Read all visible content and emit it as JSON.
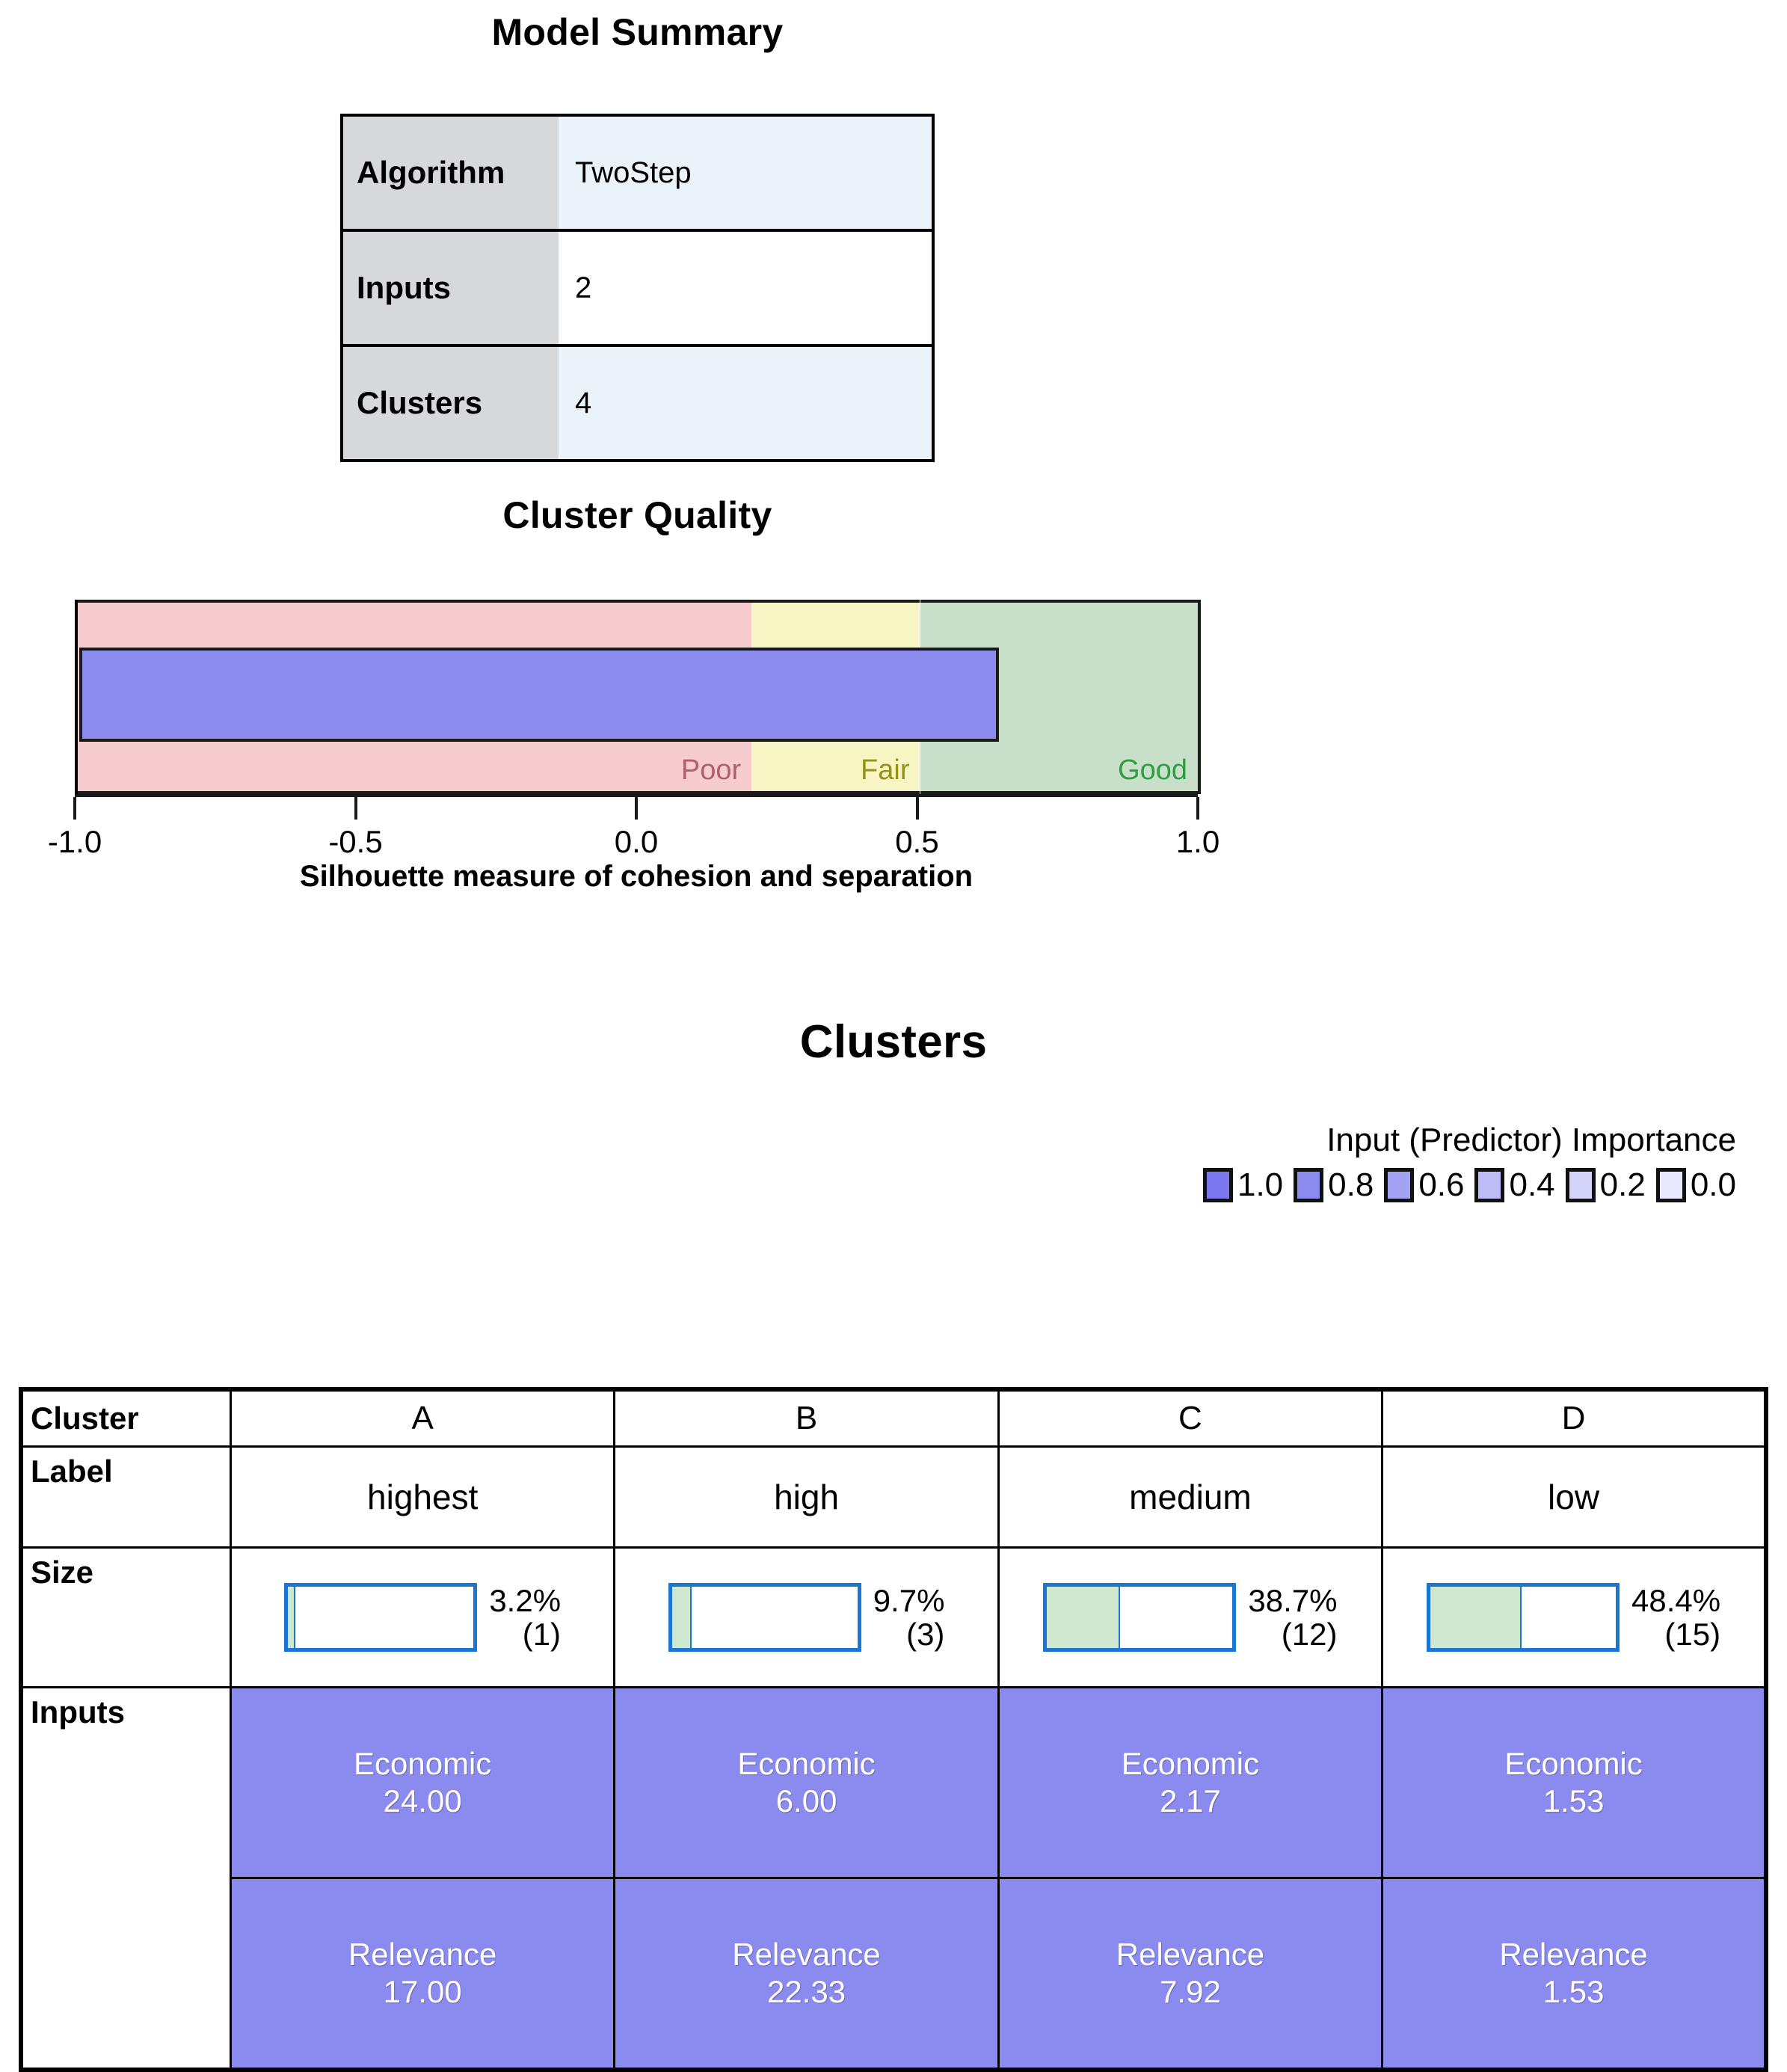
{
  "model_summary": {
    "title": "Model Summary",
    "rows": [
      {
        "label": "Algorithm",
        "value": "TwoStep"
      },
      {
        "label": "Inputs",
        "value": "2"
      },
      {
        "label": "Clusters",
        "value": "4"
      }
    ]
  },
  "cluster_quality": {
    "title": "Cluster Quality",
    "axis_title": "Silhouette measure of cohesion and separation",
    "zones": [
      {
        "name": "Poor",
        "color": "#f7ccce",
        "label_color": "#b06068",
        "from": -1.0,
        "to": 0.2
      },
      {
        "name": "Fair",
        "color": "#f7f5c4",
        "label_color": "#9a9118",
        "from": 0.2,
        "to": 0.5
      },
      {
        "name": "Good",
        "color": "#c8e0ca",
        "label_color": "#2f9e44",
        "from": 0.5,
        "to": 1.0
      }
    ],
    "tick_labels": [
      "-1.0",
      "-0.5",
      "0.0",
      "0.5",
      "1.0"
    ],
    "bar_color": "#8b8bef",
    "silhouette_value": 0.64
  },
  "clusters": {
    "title": "Clusters",
    "legend": {
      "title": "Input (Predictor) Importance",
      "items": [
        {
          "value": "1.0",
          "color": "#7a78ec"
        },
        {
          "value": "0.8",
          "color": "#8b8bef"
        },
        {
          "value": "0.6",
          "color": "#a3a2f2"
        },
        {
          "value": "0.4",
          "color": "#bdbcf6"
        },
        {
          "value": "0.2",
          "color": "#d4d3fa"
        },
        {
          "value": "0.0",
          "color": "#e9e8fd"
        }
      ]
    },
    "row_labels": {
      "cluster": "Cluster",
      "label": "Label",
      "size": "Size",
      "inputs": "Inputs"
    },
    "columns": [
      {
        "header": "A",
        "label": "highest",
        "size_percent": "3.2%",
        "size_count": "(1)",
        "size_fraction": 3.2,
        "inputs": [
          {
            "name": "Economic",
            "value": "24.00",
            "importance_color": "#8b8bef"
          },
          {
            "name": "Relevance",
            "value": "17.00",
            "importance_color": "#8b8bef"
          }
        ]
      },
      {
        "header": "B",
        "label": "high",
        "size_percent": "9.7%",
        "size_count": "(3)",
        "size_fraction": 9.7,
        "inputs": [
          {
            "name": "Economic",
            "value": "6.00",
            "importance_color": "#8b8bef"
          },
          {
            "name": "Relevance",
            "value": "22.33",
            "importance_color": "#8b8bef"
          }
        ]
      },
      {
        "header": "C",
        "label": "medium",
        "size_percent": "38.7%",
        "size_count": "(12)",
        "size_fraction": 38.7,
        "inputs": [
          {
            "name": "Economic",
            "value": "2.17",
            "importance_color": "#8b8bef"
          },
          {
            "name": "Relevance",
            "value": "7.92",
            "importance_color": "#8b8bef"
          }
        ]
      },
      {
        "header": "D",
        "label": "low",
        "size_percent": "48.4%",
        "size_count": "(15)",
        "size_fraction": 48.4,
        "inputs": [
          {
            "name": "Economic",
            "value": "1.53",
            "importance_color": "#8b8bef"
          },
          {
            "name": "Relevance",
            "value": "1.53",
            "importance_color": "#8b8bef"
          }
        ]
      }
    ]
  },
  "chart_data": {
    "type": "bar",
    "title": "Cluster Quality",
    "xlabel": "Silhouette measure of cohesion and separation",
    "ylabel": "",
    "xlim": [
      -1.0,
      1.0
    ],
    "ticks": [
      -1.0,
      -0.5,
      0.0,
      0.5,
      1.0
    ],
    "grid": false,
    "orientation": "horizontal",
    "categories": [
      "Silhouette"
    ],
    "values": [
      0.64
    ],
    "bands": [
      {
        "label": "Poor",
        "range": [
          -1.0,
          0.2
        ],
        "color": "#f7ccce"
      },
      {
        "label": "Fair",
        "range": [
          0.2,
          0.5
        ],
        "color": "#f7f5c4"
      },
      {
        "label": "Good",
        "range": [
          0.5,
          1.0
        ],
        "color": "#c8e0ca"
      }
    ],
    "legend": null
  }
}
